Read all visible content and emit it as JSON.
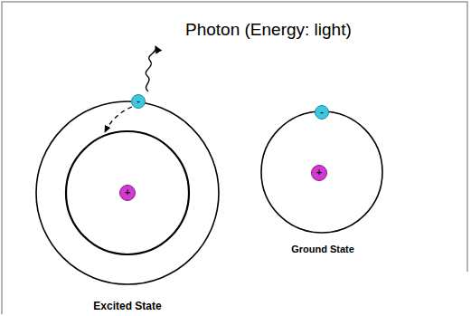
{
  "diagram": {
    "nodes": [
      {
        "text": [
          "-"
        ]
      },
      {
        "text": [
          "+"
        ]
      },
      {
        "text": [
          "-"
        ]
      },
      {
        "text": [
          "+"
        ]
      }
    ],
    "labels": [
      "Photon (Energy: light)",
      "Ground State",
      "Excited State"
    ]
  }
}
